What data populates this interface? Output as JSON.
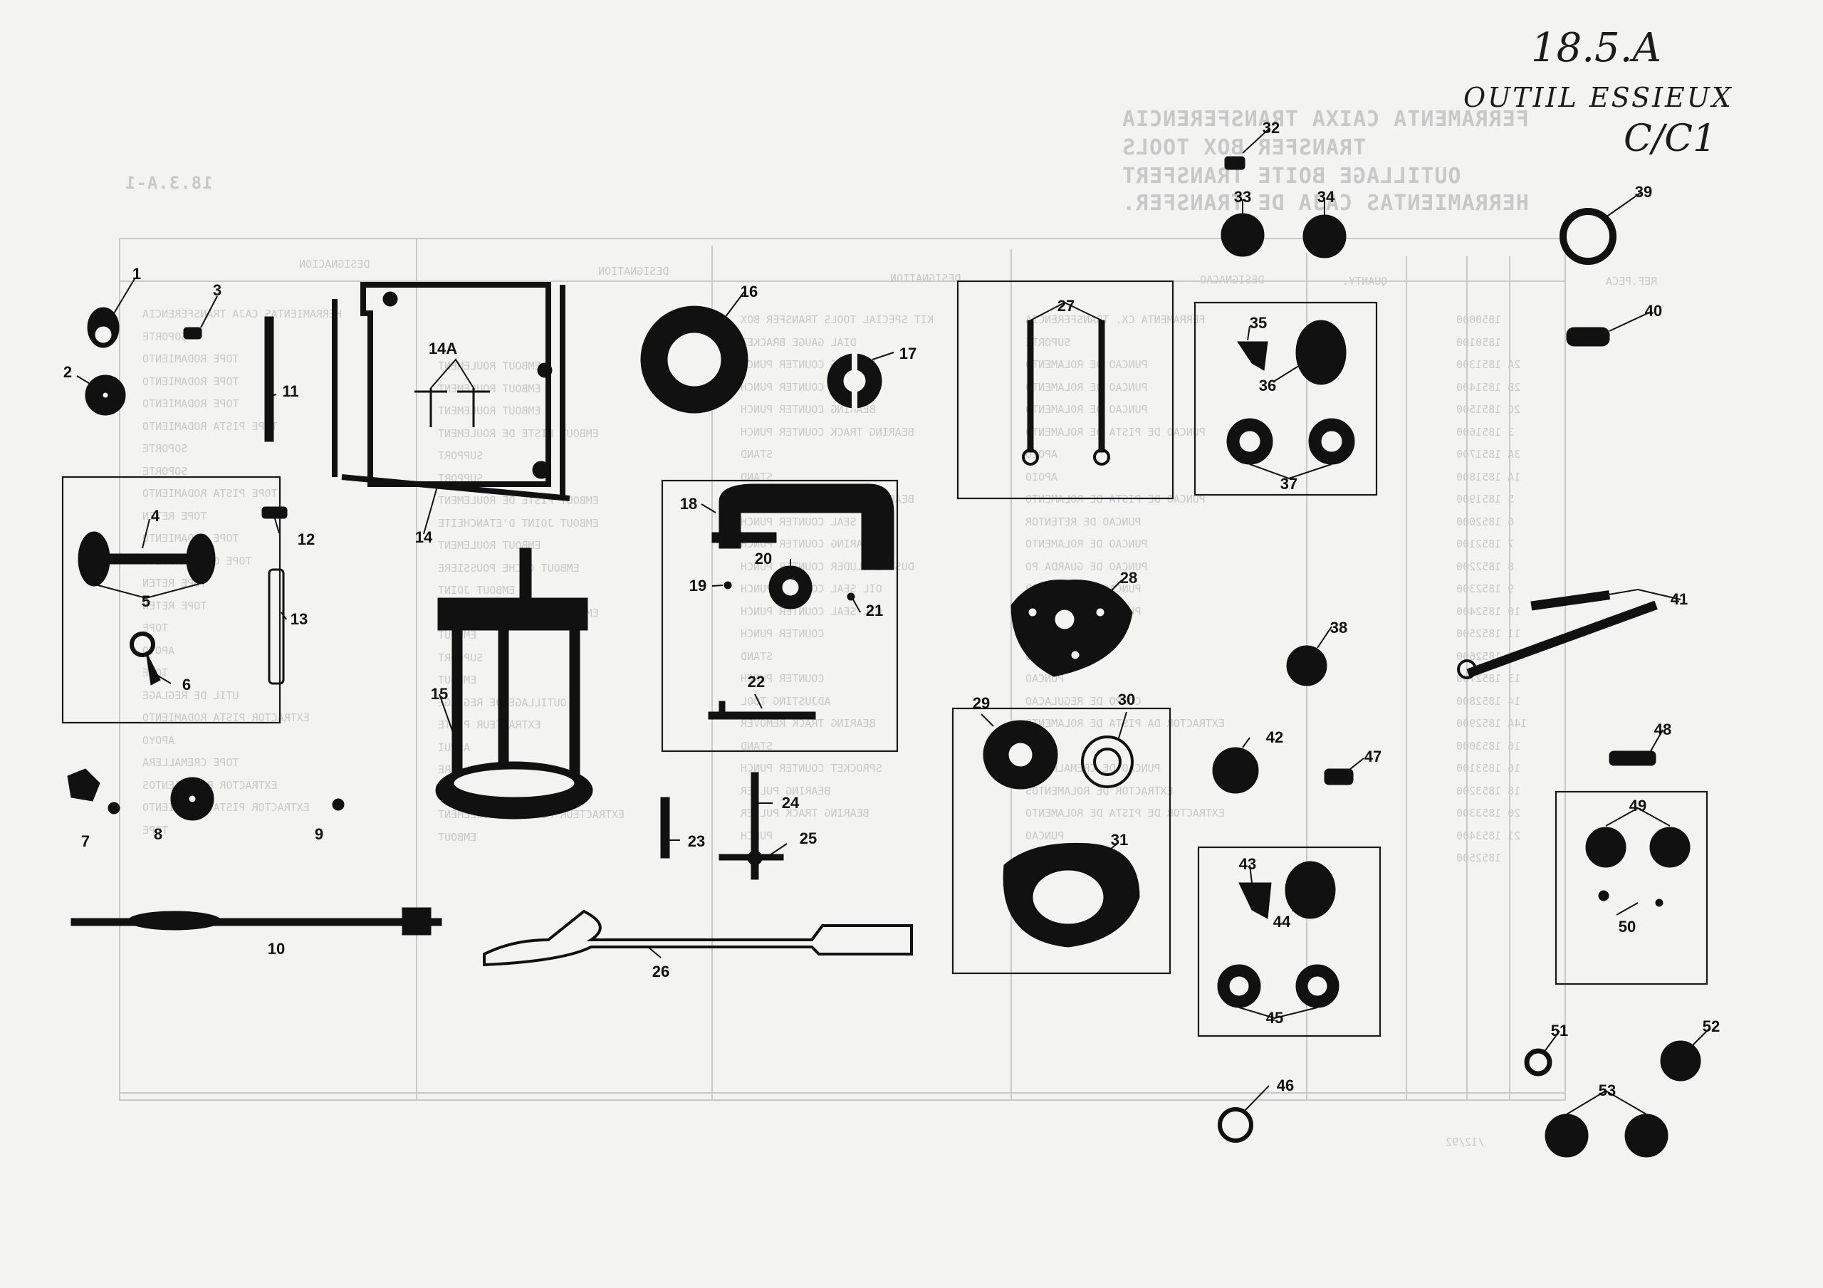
{
  "handwritten": {
    "code": "18.5.A",
    "title": "OUTIIL ESSIEUX",
    "subtitle": "C/C1"
  },
  "bleedthrough": {
    "title_lines": [
      "FERRAMENTA CAIXA TRANSFERENCIA",
      "TRANSFER BOX TOOLS",
      "OUTILLAGE BOITE TRANSFERT",
      "HERRAMIENTAS CAJA DE TRANSFER."
    ],
    "page_ref": "18.3.A-1",
    "col_headers": [
      "DESIGNACION",
      "DESIGNATION",
      "DESIGNATION",
      "DESIGNACAO",
      "QUANTY.",
      "REF.PECA"
    ],
    "designation_lines": [
      "KIT SPECIAL TOOLS TRANSFER BOX",
      "DIAL GAUGE BRACKET",
      "BEARING COUNTER PUNCH",
      "BEARING COUNTER PUNCH",
      "BEARING COUNTER PUNCH",
      "BEARING TRACK COUNTER PUNCH",
      "STAND",
      "STAND",
      "BEARING TRACK COUNTER PUNCH",
      "OIL SEAL COUNTER PUNCH",
      "BEARING COUNTER PUNCH",
      "DUST EXCLUDER COUNTER PUNCH",
      "OIL SEAL COUNTER PUNCH",
      "OIL SEAL COUNTER PUNCH",
      "COUNTER PUNCH",
      "STAND",
      "COUNTER PUNCH",
      "ADJUSTING TOOL",
      "BEARING TRACK REMOVER",
      "STAND",
      "SPROCKET COUNTER PUNCH",
      "BEARING PULLER",
      "BEARING TRACK PULLER",
      "PUNCH"
    ],
    "fr_lines": [
      "EMBOUT ROULEMENT",
      "EMBOUT ROULEMENT",
      "EMBOUT ROULEMENT",
      "EMBOUT PISTE DE ROULEMENT",
      "SUPPORT",
      "SUPPORT",
      "EMBOUT PISTE DE ROULEMENT",
      "EMBOUT JOINT D'ETANCHEITE",
      "EMBOUT ROULEMENT",
      "EMBOUT CACHE POUSSIERE",
      "EMBOUT JOINT",
      "EMBOUT JOINT D'ETANCHEITE",
      "EMBOUT",
      "SUPPORT",
      "EMBOUT",
      "OUTILLAGE DE REGLAGE",
      "EXTRACTEUR PISTE",
      "APPUI",
      "EMBOUT CREMAILLERE",
      "EXTRACTEUR ROULEMENT",
      "EXTRACTEUR PISTE DE ROULEMENT",
      "EMBOUT"
    ],
    "es_lines": [
      "HERRAMIENTAS CAJA TRANSFERENCIA",
      "SOPORTE",
      "TOPE RODAMIENTO",
      "TOPE RODAMIENTO",
      "TOPE RODAMIENTO",
      "TOPE PISTA RODAMIENTO",
      "SOPORTE",
      "SOPORTE",
      "TOPE PISTA RODAMIENTO",
      "TOPE RETEN",
      "TOPE RODAMIENTO",
      "TOPE GUARDA POLVO",
      "TOPE RETEN",
      "TOPE RETEN",
      "TOPE",
      "APOYO",
      "TOPE",
      "UTIL DE REGLAGE",
      "EXTRACTOR PISTA RODAMIENTO",
      "APOYO",
      "TOPE CREMALLERA",
      "EXTRACTOR RODAMIENTOS",
      "EXTRACTOR PISTA RODAMIENTO",
      "TOPE"
    ],
    "pt_lines": [
      "FERRAMENTA CX. TRANSFERENCIA",
      "SUPORTE",
      "PUNCAO DE ROLAMENTO",
      "PUNCAO DE ROLAMENTO",
      "PUNCAO DE ROLAMENTO",
      "PUNCAO DE PISTA DE ROLAMENTO",
      "APOIO",
      "APOIO",
      "PUNCAO DE PISTA DE ROLAMENTO",
      "PUNCAO DE RETENTOR",
      "PUNCAO DE ROLAMENTO",
      "PUNCAO DE GUARDA PO",
      "PUNCAO DE RETENTOR",
      "PUNCAO DE RETENTOR",
      "PUNCAO",
      "APOIO",
      "PUNCAO",
      "CORPO DE REGULACAO",
      "EXTRACTOR DA PISTA DE ROLAMENTO",
      "APOIO",
      "PUNCAO DE CREMALHEIRA",
      "EXTRACTOR DE ROLAMENTOS",
      "EXTRACTOR DE PISTA DE ROLAMENTO",
      "PUNCAO"
    ],
    "ref_lines": [
      "1850000",
      "1850100",
      "2A 1851300",
      "2B 1851400",
      "2C 1851500",
      "3 1851600",
      "3A 1851700",
      "1A 1851800",
      "5 1851900",
      "6 1852000",
      "7 1852100",
      "8 1852200",
      "9 1852300",
      "10 1852400",
      "11 1852500",
      "12 1852600",
      "13 1852700",
      "14 1852800",
      "14A 1852900",
      "16 1853000",
      "16 1853100",
      "18 1853200",
      "20 1853300",
      "21 1853400",
      "1852500"
    ],
    "footer_ref": "/12/92"
  },
  "callouts": [
    {
      "id": "c1",
      "label": "1"
    },
    {
      "id": "c2",
      "label": "2"
    },
    {
      "id": "c3",
      "label": "3"
    },
    {
      "id": "c4",
      "label": "4"
    },
    {
      "id": "c5",
      "label": "5"
    },
    {
      "id": "c6",
      "label": "6"
    },
    {
      "id": "c7",
      "label": "7"
    },
    {
      "id": "c8",
      "label": "8"
    },
    {
      "id": "c9",
      "label": "9"
    },
    {
      "id": "c10",
      "label": "10"
    },
    {
      "id": "c11",
      "label": "11"
    },
    {
      "id": "c12",
      "label": "12"
    },
    {
      "id": "c13",
      "label": "13"
    },
    {
      "id": "c14",
      "label": "14"
    },
    {
      "id": "c14a",
      "label": "14A"
    },
    {
      "id": "c15",
      "label": "15"
    },
    {
      "id": "c16",
      "label": "16"
    },
    {
      "id": "c17",
      "label": "17"
    },
    {
      "id": "c18",
      "label": "18"
    },
    {
      "id": "c19",
      "label": "19"
    },
    {
      "id": "c20",
      "label": "20"
    },
    {
      "id": "c21",
      "label": "21"
    },
    {
      "id": "c22",
      "label": "22"
    },
    {
      "id": "c23",
      "label": "23"
    },
    {
      "id": "c24",
      "label": "24"
    },
    {
      "id": "c25",
      "label": "25"
    },
    {
      "id": "c26",
      "label": "26"
    },
    {
      "id": "c27",
      "label": "27"
    },
    {
      "id": "c28",
      "label": "28"
    },
    {
      "id": "c29",
      "label": "29"
    },
    {
      "id": "c30",
      "label": "30"
    },
    {
      "id": "c31",
      "label": "31"
    },
    {
      "id": "c32",
      "label": "32"
    },
    {
      "id": "c33",
      "label": "33"
    },
    {
      "id": "c34",
      "label": "34"
    },
    {
      "id": "c35",
      "label": "35"
    },
    {
      "id": "c36",
      "label": "36"
    },
    {
      "id": "c37",
      "label": "37"
    },
    {
      "id": "c38",
      "label": "38"
    },
    {
      "id": "c39",
      "label": "39"
    },
    {
      "id": "c40",
      "label": "40"
    },
    {
      "id": "c41",
      "label": "41"
    },
    {
      "id": "c42",
      "label": "42"
    },
    {
      "id": "c43",
      "label": "43"
    },
    {
      "id": "c44",
      "label": "44"
    },
    {
      "id": "c45",
      "label": "45"
    },
    {
      "id": "c46",
      "label": "46"
    },
    {
      "id": "c47",
      "label": "47"
    },
    {
      "id": "c48",
      "label": "48"
    },
    {
      "id": "c49",
      "label": "49"
    },
    {
      "id": "c50",
      "label": "50"
    },
    {
      "id": "c51",
      "label": "51"
    },
    {
      "id": "c52",
      "label": "52"
    },
    {
      "id": "c53",
      "label": "53"
    }
  ]
}
